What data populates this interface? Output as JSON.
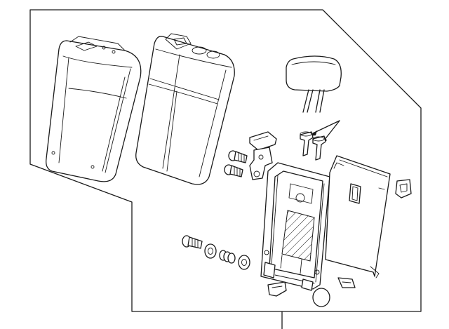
{
  "diagram": {
    "labels": [],
    "parts": [
      "seat-cushion-cover",
      "seat-back-cover",
      "headrest",
      "headrest-guides",
      "latch-bracket",
      "pivot-bolts",
      "seat-frame",
      "back-panel",
      "striker-clip",
      "bolt-and-washers",
      "frame-clips",
      "o-ring"
    ]
  }
}
